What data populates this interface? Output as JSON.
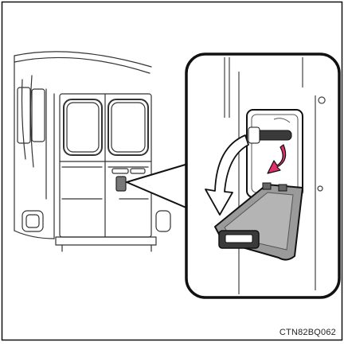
{
  "figure": {
    "caption_code": "CTN82BQ062",
    "colors": {
      "outline": "#111111",
      "line_light": "#555555",
      "panel_fill": "#ffffff",
      "lid_fill": "#9a9a9a",
      "lid_inner": "#b4b4b4",
      "latch_fill": "#3a3a3a",
      "arrow_pink": "#e0306a",
      "arrow_white": "#ffffff"
    },
    "icons": {
      "left_illustration": "van-rear-doors-drawing",
      "inset": "cover-lid-opening-detail",
      "arrow_white": "curved-down-arrow-icon",
      "arrow_pink": "curved-down-arrow-icon"
    }
  }
}
